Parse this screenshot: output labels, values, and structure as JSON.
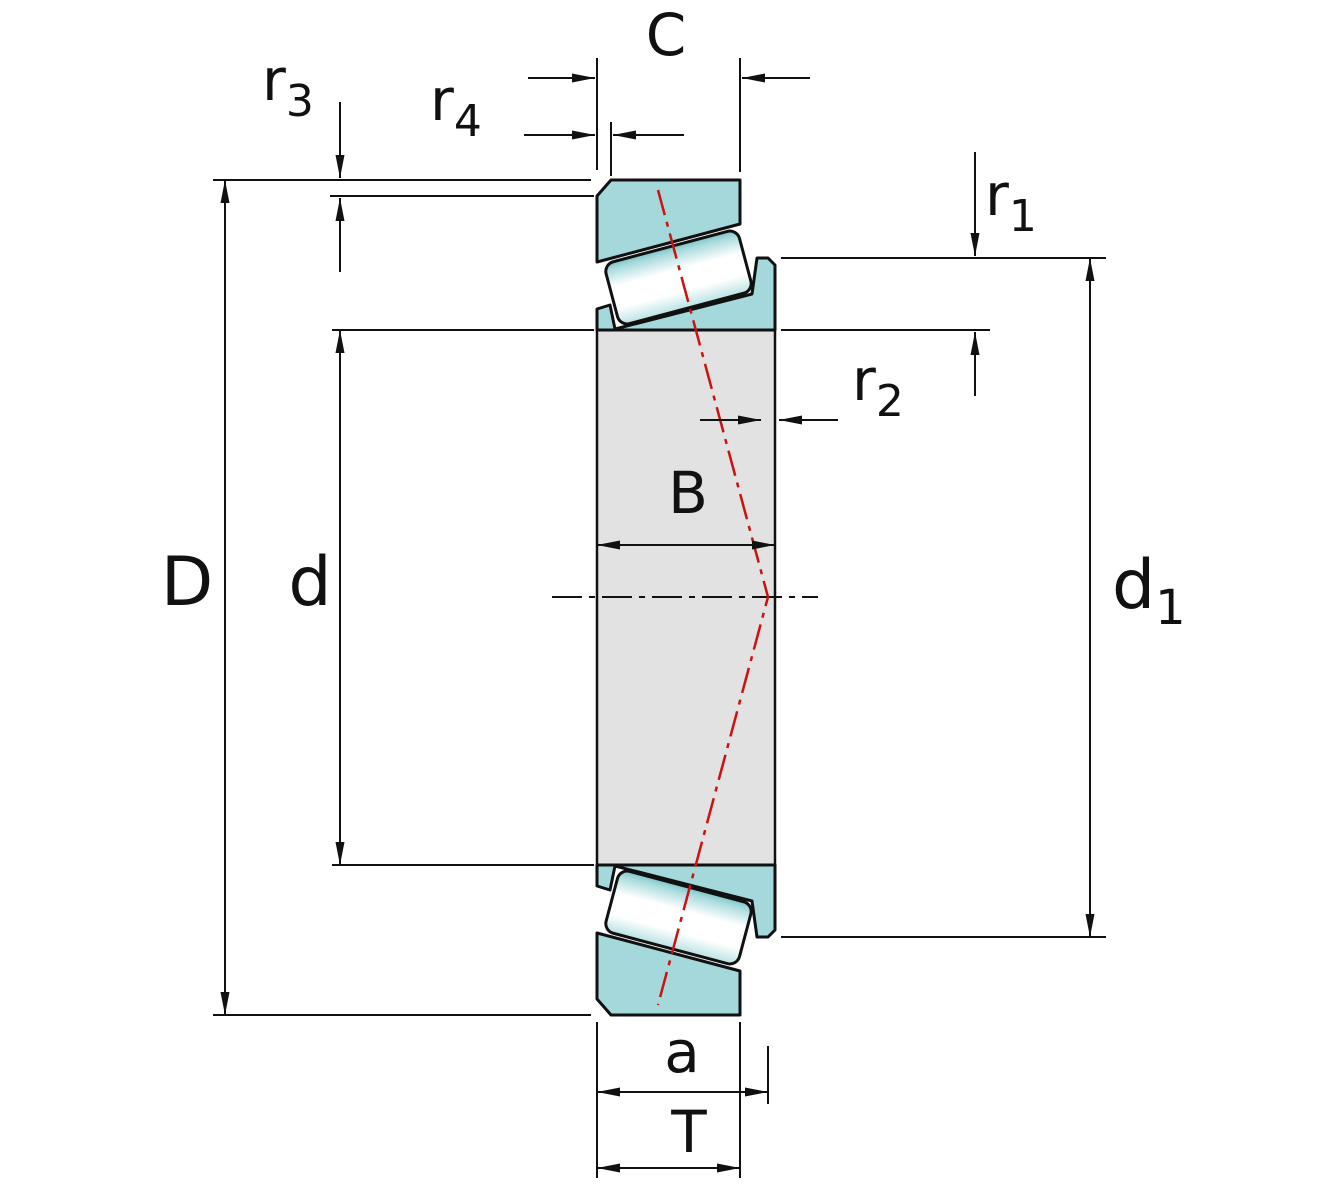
{
  "diagram": {
    "title": "tapered-roller-bearing-dimension-drawing",
    "labels": {
      "D": {
        "main": "D"
      },
      "d": {
        "main": "d"
      },
      "d1": {
        "main": "d",
        "sub": "1"
      },
      "C": {
        "main": "C"
      },
      "B": {
        "main": "B"
      },
      "a": {
        "main": "a"
      },
      "T": {
        "main": "T"
      },
      "r1": {
        "main": "r",
        "sub": "1"
      },
      "r2": {
        "main": "r",
        "sub": "2"
      },
      "r3": {
        "main": "r",
        "sub": "3"
      },
      "r4": {
        "main": "r",
        "sub": "4"
      }
    },
    "colors": {
      "ring_teal": "#a5d8da",
      "roller_highlight": "#ffffff",
      "section_gray": "#e2e2e2",
      "outline": "#111111",
      "pressure_line_red": "#cc1111",
      "background": "#ffffff"
    }
  }
}
